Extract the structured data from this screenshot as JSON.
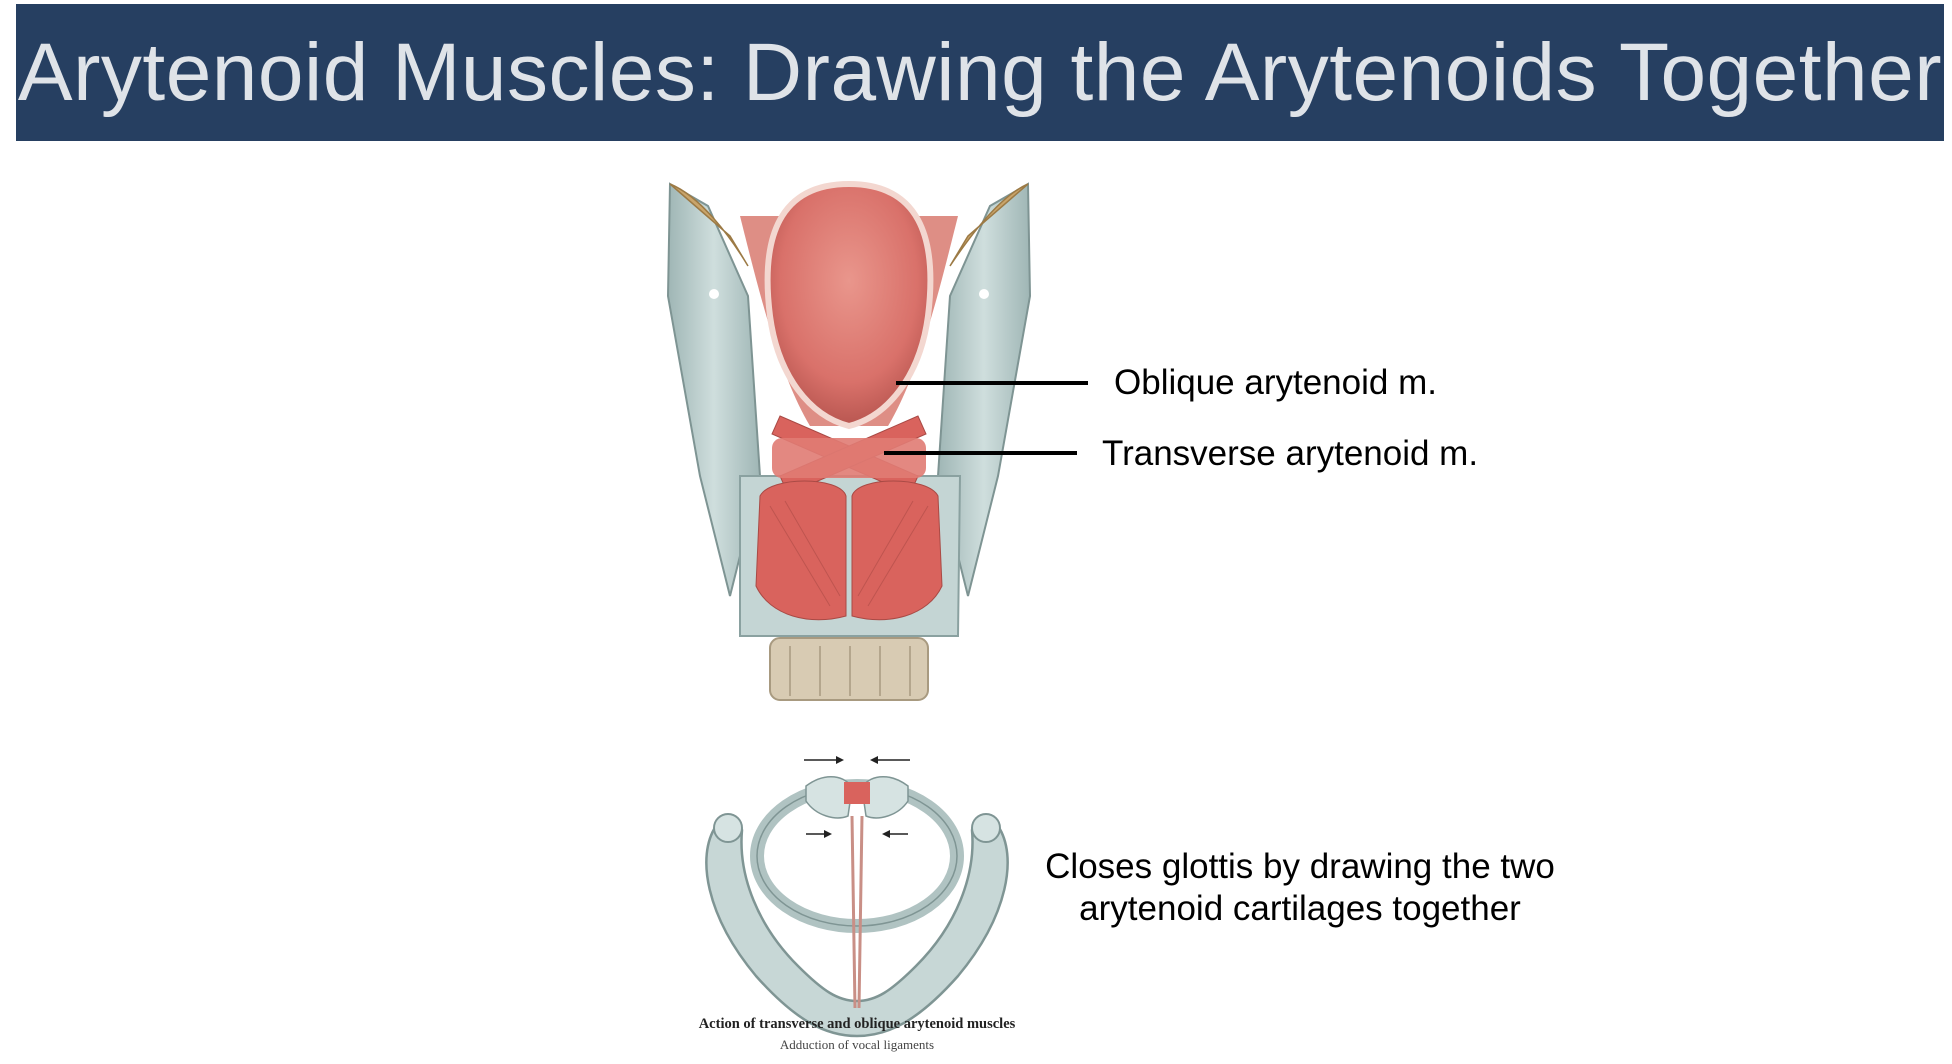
{
  "slide": {
    "title": "Arytenoid Muscles: Drawing the Arytenoids Together",
    "colors": {
      "title_bar": "#263f61",
      "title_text": "#dfe3e8",
      "muscle": "#d9635d",
      "cartilage": "#b9cccb"
    }
  },
  "labels": {
    "oblique": "Oblique arytenoid m.",
    "transverse": "Transverse arytenoid m."
  },
  "description": {
    "line1": "Closes glottis by drawing the two",
    "line2": "arytenoid cartilages together"
  },
  "figure_caption": {
    "main": "Action of transverse and oblique arytenoid muscles",
    "sub": "Adduction of vocal ligaments"
  }
}
